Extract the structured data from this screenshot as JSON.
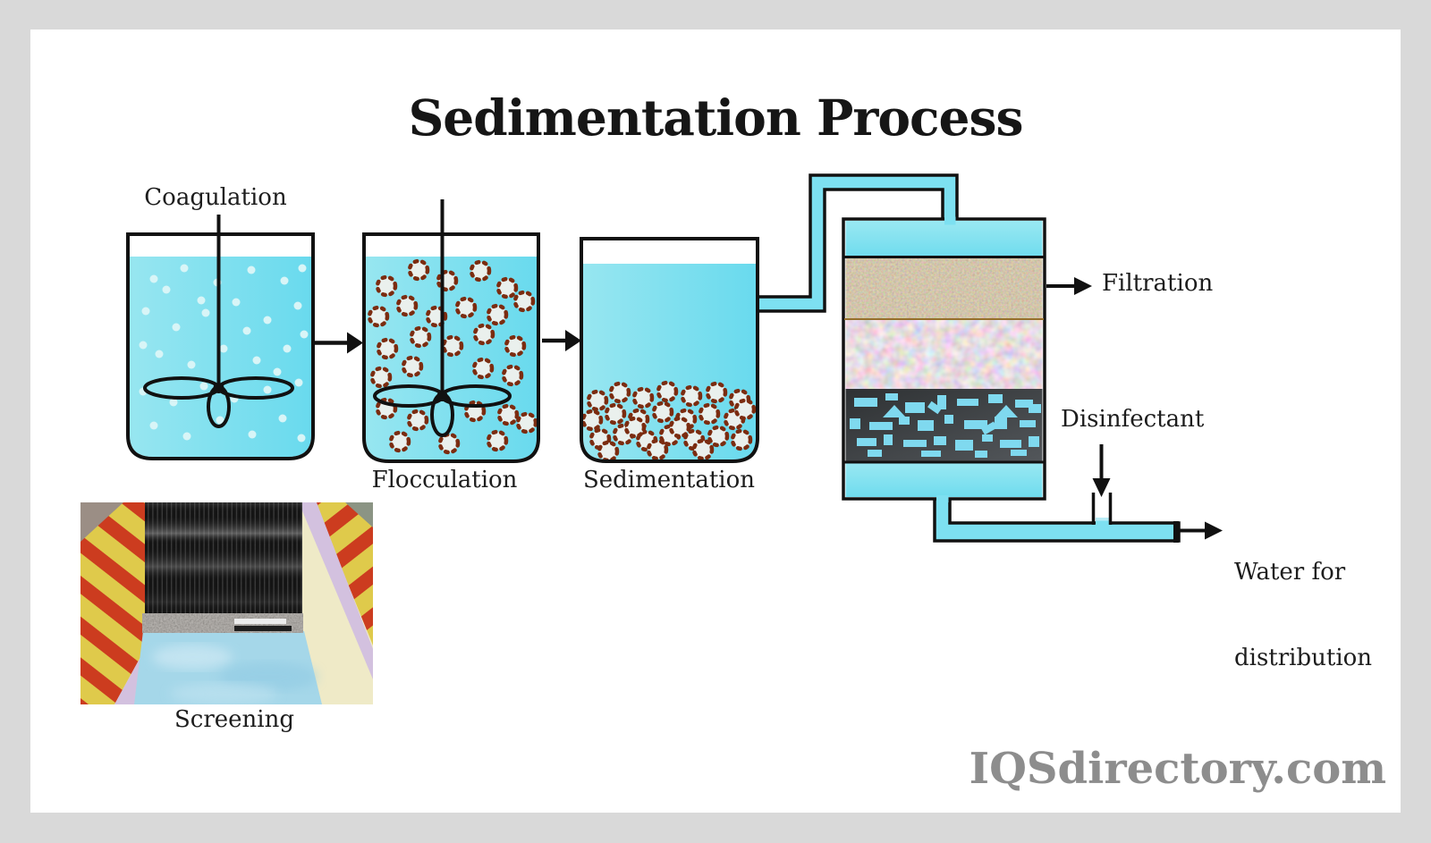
{
  "title": "Sedimentation Process",
  "watermark": "IQSdirectory.com",
  "labels": {
    "coagulation": "Coagulation",
    "flocculation": "Flocculation",
    "sedimentation": "Sedimentation",
    "screening": "Screening",
    "filtration": "Filtration",
    "disinfectant": "Disinfectant",
    "water_line1": "Water for",
    "water_line2": "distribution"
  },
  "colors": {
    "frame": "#d9d9d9",
    "panel": "#ffffff",
    "water_light": "#97e6f0",
    "water": "#69daee",
    "pipe": "#7de0f1",
    "outline": "#111111",
    "floc_ring": "#7b2c10",
    "floc_fill": "#eaf0ed",
    "coagulant_dot": "#d8f5f7",
    "sand_layer": "#b3a078",
    "pebble_layer": "#e8c9cf",
    "charcoal_layer": "#3a3e41",
    "charcoal_blob": "#7fd9ef",
    "stripe_yellow": "#dfca4b",
    "stripe_red": "#cc3c1f",
    "label_text": "#1d1d1d",
    "watermark_text": "#8d8d8d"
  }
}
